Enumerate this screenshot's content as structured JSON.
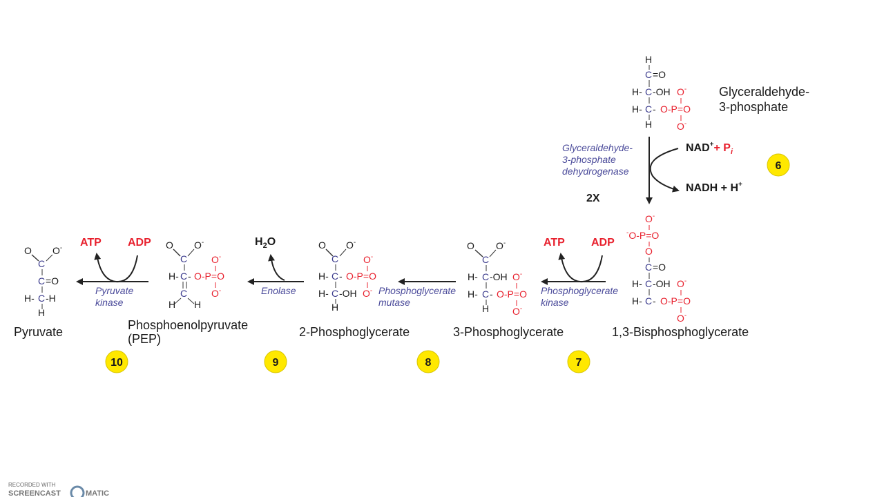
{
  "molecules": {
    "g3p": "Glyceraldehyde-",
    "g3p_line2": "3-phosphate",
    "bpg": "1,3-Bisphosphoglycerate",
    "pg3": "3-Phosphoglycerate",
    "pg2": "2-Phosphoglycerate",
    "pep": "Phosphoenolpyruvate",
    "pep_abbr": "(PEP)",
    "pyruvate": "Pyruvate"
  },
  "enzymes": {
    "step6_l1": "Glyceraldehyde-",
    "step6_l2": "3-phosphate",
    "step6_l3": "dehydrogenase",
    "step7_l1": "Phosphoglycerate",
    "step7_l2": "kinase",
    "step8_l1": "Phosphoglycerate",
    "step8_l2": "mutase",
    "step9": "Enolase",
    "step10_l1": "Pyruvate",
    "step10_l2": "kinase"
  },
  "cofactors": {
    "nad": "NAD",
    "nad_sup": "+",
    "pi": "+ P",
    "pi_sub": "i",
    "nadh": "NADH + H",
    "nadh_sup": "+",
    "times": "2X",
    "atp7": "ATP",
    "adp7": "ADP",
    "water": "H",
    "water_sub": "2",
    "water_o": "O",
    "atp10": "ATP",
    "adp10": "ADP"
  },
  "steps": {
    "s6": "6",
    "s7": "7",
    "s8": "8",
    "s9": "9",
    "s10": "10"
  },
  "watermark": {
    "line1": "RECORDED WITH",
    "line2": "SCREENCAST",
    "line3": "MATIC"
  },
  "colors": {
    "carbon": "#3a3a8c",
    "phosphate": "#e8212e",
    "badge": "#ffe800",
    "enzyme": "#4a4a9a"
  }
}
